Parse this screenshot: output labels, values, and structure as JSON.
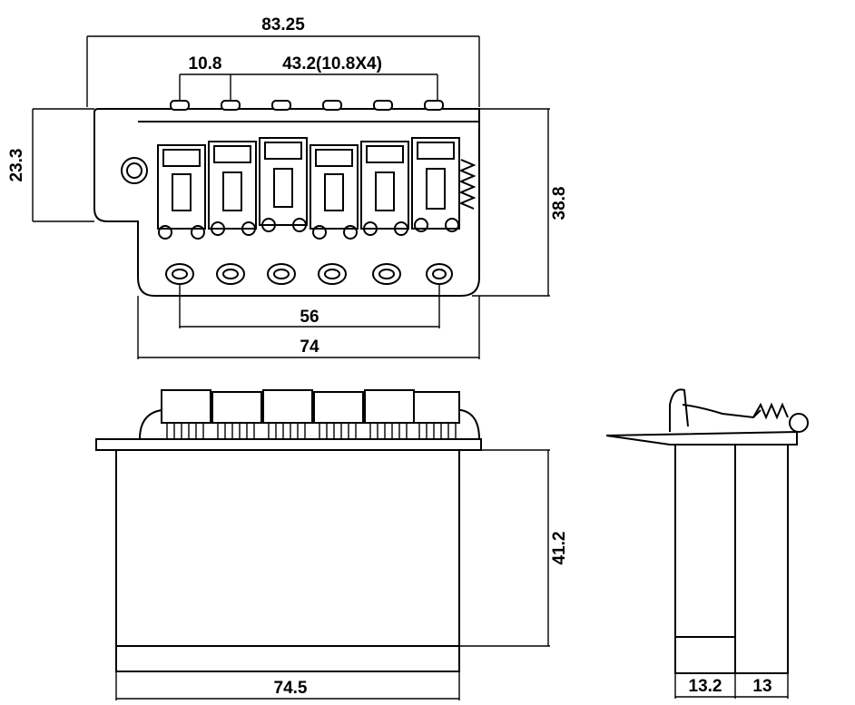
{
  "top_view": {
    "overall_width": "83.25",
    "string_spacing": "10.8",
    "string_span": "43.2(10.8X4)",
    "plate_height": "23.3",
    "total_height": "38.8",
    "screw_span": "56",
    "base_width": "74"
  },
  "front_view": {
    "block_height": "41.2",
    "block_width": "74.5"
  },
  "side_view": {
    "block_depth": "13.2",
    "rear_depth": "13"
  },
  "icons": {
    "saddle": "saddle-icon",
    "mount_hole": "mount-hole-icon",
    "arm_socket": "arm-socket-icon"
  }
}
